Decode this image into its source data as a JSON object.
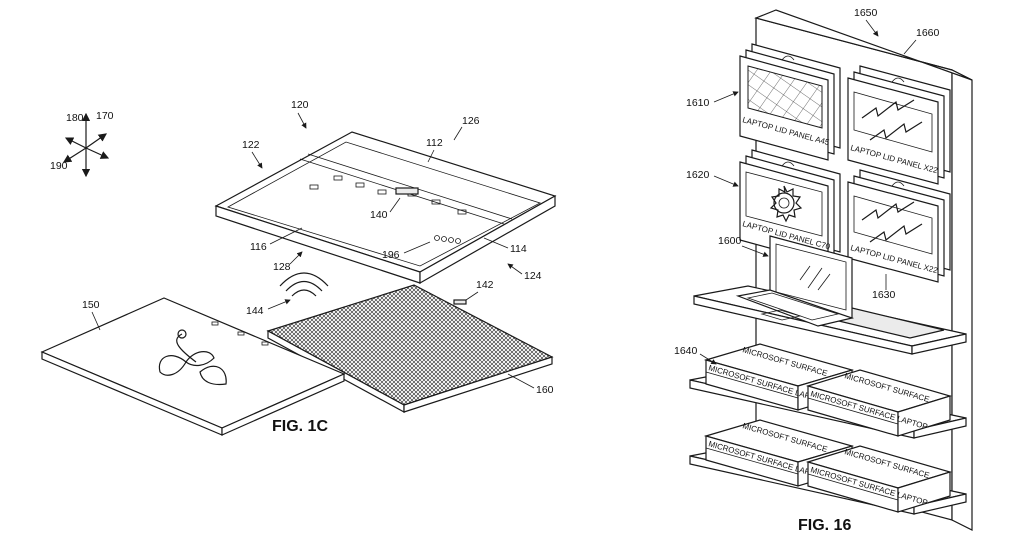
{
  "figure_left": {
    "caption": "FIG. 1C",
    "refs": {
      "r180": "180",
      "r170": "170",
      "r190": "190",
      "r120": "120",
      "r126": "126",
      "r112": "112",
      "r122": "122",
      "r140": "140",
      "r116": "116",
      "r196": "196",
      "r114": "114",
      "r128": "128",
      "r124": "124",
      "r144": "144",
      "r142": "142",
      "r150": "150",
      "r160": "160"
    }
  },
  "figure_right": {
    "caption": "FIG. 16",
    "refs": {
      "r1650": "1650",
      "r1660": "1660",
      "r1610": "1610",
      "r1620": "1620",
      "r1600": "1600",
      "r1630": "1630",
      "r1640": "1640"
    },
    "panels": {
      "a45": "LAPTOP LID PANEL A45",
      "x22_top": "LAPTOP LID PANEL X22",
      "c70": "LAPTOP LID PANEL C70",
      "x22_bottom": "LAPTOP LID PANEL X22"
    },
    "boxes": {
      "brand": "MICROSOFT SURFACE",
      "side": "MICROSOFT SURFACE LAPTOP"
    }
  }
}
